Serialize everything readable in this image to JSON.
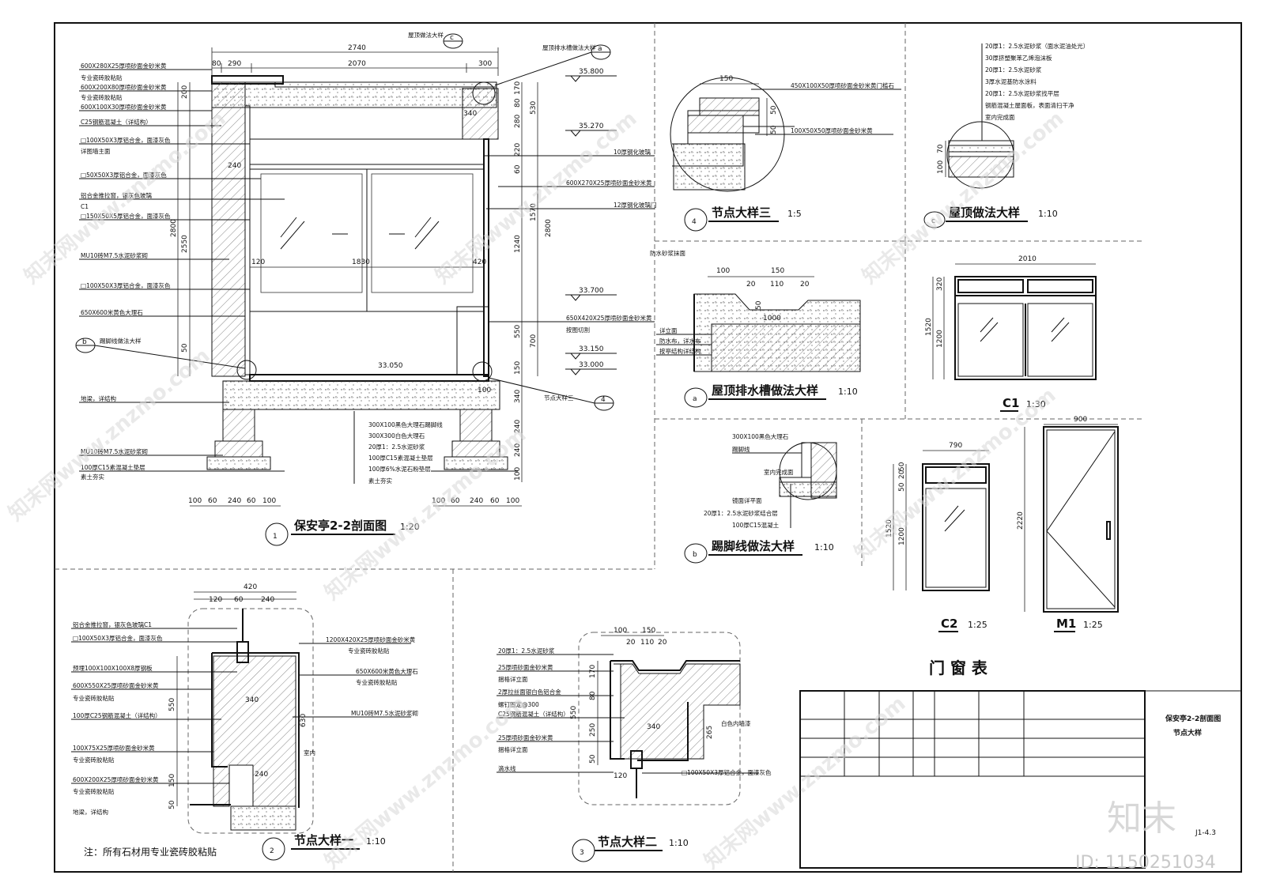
{
  "sheet": {
    "title_block": {
      "line1": "保安亭2-2剖面图",
      "line2": "节点大样",
      "sheet_no": "J1-4.3"
    },
    "note": "注：所有石材用专业瓷砖胶粘贴",
    "door_window_table_title": "门 窗 表",
    "watermark_logo": "知末",
    "watermark_id": "ID: 1150251034",
    "watermark_text": "知末网www.znzmo.com"
  },
  "section": {
    "title": "保安亭2-2剖面图",
    "scale": "1:20",
    "marker": "1",
    "top_dims": [
      "2740",
      "80",
      "290",
      "2070",
      "300"
    ],
    "callouts": [
      {
        "marker": "c",
        "text": "屋顶做法大样"
      },
      {
        "marker": "a",
        "text": "屋顶排水槽做法大样"
      },
      {
        "marker": "b",
        "text": "踢脚线做法大样"
      },
      {
        "marker": "4",
        "text": "节点大样三"
      }
    ],
    "left_labels": [
      "600X280X25厚喷砂面金砂米黄",
      "专业瓷砖胶粘贴",
      "600X200X80厚喷砂面金砂米黄",
      "专业瓷砖胶粘贴",
      "600X100X30厚喷砂面金砂米黄",
      "C25钢筋混凝土（详结构）",
      "□100X50X3厚铝合金，面漆灰色",
      "详图墙主面",
      "□50X50X3厚铝合金，面漆灰色",
      "铝合金推拉窗，银灰色玻璃",
      "C1",
      "□150X50X5厚铝合金，面漆灰色",
      "MU10砖M7.5水泥砂浆砌",
      "□100X50X3厚铝合金，面漆灰色",
      "650X600米黄色大理石",
      "踢脚线做法大样",
      "地梁，详结构",
      "MU10砖M7.5水泥砂浆砌",
      "100厚C15素混凝土垫层",
      "素土夯实"
    ],
    "right_labels": [
      "10厚钢化玻璃",
      "600X270X25厚喷砂面金砂米黄",
      "12厚钢化玻璃门",
      "650X420X25厚喷砂面金砂米黄",
      "按图切割",
      "节点大样三"
    ],
    "floor_labels": [
      "300X100黑色大理石踢脚线",
      "300X300白色大理石",
      "20厚1：2.5水泥砂浆",
      "100厚C15素混凝土垫层",
      "100厚6%水泥石粉垫层",
      "素土夯实"
    ],
    "levels": [
      "35.800",
      "35.270",
      "33.700",
      "33.150",
      "33.000",
      "33.050"
    ],
    "left_dims": [
      "200",
      "2800",
      "2550",
      "50"
    ],
    "right_dims": [
      "170",
      "80",
      "530",
      "280",
      "220",
      "60",
      "1570",
      "1240",
      "2800",
      "550",
      "700",
      "150",
      "340",
      "240",
      "240",
      "100"
    ],
    "inner_dims": [
      "240",
      "120",
      "1830",
      "420",
      "100",
      "340"
    ],
    "bottom_dims": [
      "100",
      "60",
      "240",
      "60",
      "100"
    ]
  },
  "detail_4": {
    "title": "节点大样三",
    "scale": "1:5",
    "marker": "4",
    "dims": [
      "150",
      "50",
      "50"
    ],
    "labels": [
      "450X100X50厚喷砂面金砂米黄门槛石",
      "100X50X50厚喷砂面金砂米黄"
    ]
  },
  "detail_c": {
    "title": "屋顶做法大样",
    "scale": "1:10",
    "marker": "c",
    "dims": [
      "100",
      "70"
    ],
    "labels": [
      "20厚1：2.5水泥砂浆（面水泥油处光）",
      "30厚挤塑聚苯乙烯泡沫板",
      "20厚1：2.5水泥砂浆",
      "3厚水泥基防水涂料",
      "20厚1：2.5水泥砂浆找平层",
      "钢筋混凝土屋面板，表面清扫干净",
      "室内完成面"
    ]
  },
  "detail_a": {
    "title": "屋顶排水槽做法大样",
    "scale": "1:10",
    "marker": "a",
    "dims": [
      "100",
      "150",
      "20",
      "110",
      "20",
      "50",
      "1000"
    ],
    "labels": [
      "防水砂浆抹面",
      "详立面",
      "防水布，详水布",
      "按亭结构详结构"
    ]
  },
  "detail_b": {
    "title": "踢脚线做法大样",
    "scale": "1:10",
    "marker": "b",
    "labels": [
      "300X100黑色大理石",
      "踢脚线",
      "室内完成面",
      "镜面详平面",
      "20厚1：2.5水泥砂浆结合层",
      "100厚C15混凝土"
    ]
  },
  "c1": {
    "title": "C1",
    "scale": "1:30",
    "dims": [
      "2010",
      "1520",
      "320",
      "1200"
    ]
  },
  "c2": {
    "title": "C2",
    "scale": "1:25",
    "dims": [
      "790",
      "1520",
      "50",
      "20",
      "50",
      "1200"
    ]
  },
  "m1": {
    "title": "M1",
    "scale": "1:25",
    "dims": [
      "900",
      "2220"
    ]
  },
  "detail_1": {
    "title": "节点大样一",
    "scale": "1:10",
    "marker": "2",
    "dims": [
      "420",
      "120",
      "60",
      "240",
      "550",
      "630",
      "150",
      "50",
      "340",
      "240"
    ],
    "labels": [
      "铝合金推拉窗，银灰色玻璃C1",
      "□100X50X3厚铝合金，面漆灰色",
      "预埋100X100X100X8厚钢板",
      "600X550X25厚喷砂面金砂米黄",
      "专业瓷砖胶粘贴",
      "100厚C25钢筋混凝土（详结构）",
      "100X75X25厚喷砂面金砂米黄",
      "专业瓷砖胶粘贴",
      "600X200X25厚喷砂面金砂米黄",
      "专业瓷砖胶粘贴",
      "地梁，详结构",
      "1200X420X25厚喷砂面金砂米黄",
      "专业瓷砖胶粘贴",
      "650X600米黄色大理石",
      "专业瓷砖胶粘贴",
      "MU10砖M7.5水泥砂浆砌",
      "室内"
    ]
  },
  "detail_2": {
    "title": "节点大样二",
    "scale": "1:10",
    "marker": "3",
    "dims": [
      "100",
      "150",
      "20",
      "110",
      "20",
      "170",
      "80",
      "550",
      "250",
      "50",
      "120",
      "340",
      "265"
    ],
    "labels": [
      "20厚1：2.5水泥砂浆",
      "25厚喷砂面金砂米黄",
      "捆格详立面",
      "2厚拉丝面银白色铝合金",
      "螺钉固定@300",
      "C25钢筋混凝土（详结构）",
      "25厚喷砂面金砂米黄",
      "捆格详立面",
      "滴水线",
      "白色内墙漆",
      "□100X50X3厚铝合金，面漆灰色"
    ]
  }
}
